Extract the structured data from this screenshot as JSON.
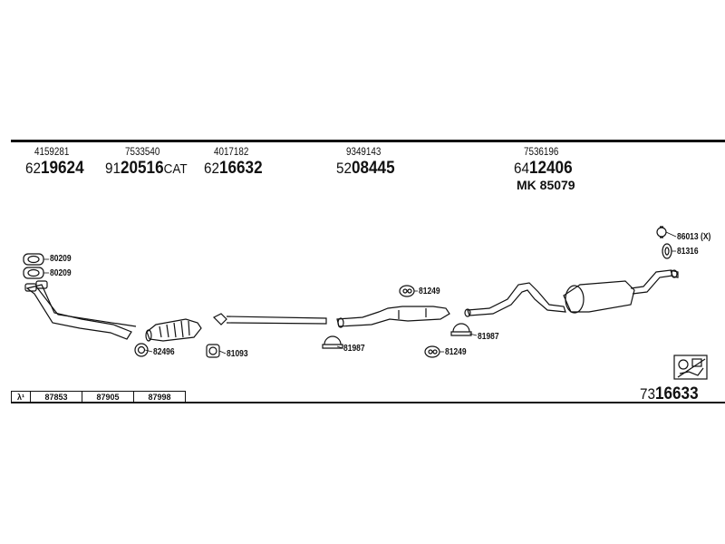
{
  "parts": [
    {
      "small": "4159281",
      "big_prefix": "62",
      "big_main": "19624",
      "big_suffix": ""
    },
    {
      "small": "7533540",
      "big_prefix": "91",
      "big_main": "20516",
      "big_suffix": "CAT"
    },
    {
      "small": "4017182",
      "big_prefix": "62",
      "big_main": "16632",
      "big_suffix": ""
    },
    {
      "small": "9349143",
      "big_prefix": "52",
      "big_main": "08445",
      "big_suffix": ""
    },
    {
      "small": "7536196",
      "big_prefix": "64",
      "big_main": "12406",
      "big_suffix": ""
    }
  ],
  "mk_label": "MK  85079",
  "labels": {
    "gasket1": "80209",
    "gasket2": "80209",
    "ring_cat": "82496",
    "flange": "81093",
    "clamp_mid": "81987",
    "hanger_top": "81249",
    "hanger_bottom": "81249",
    "clamp_right": "81987",
    "part_86013": "86013 (X)",
    "part_81316": "81316"
  },
  "lambda_table": {
    "symbol": "λ¹",
    "values": [
      "87853",
      "87905",
      "87998"
    ]
  },
  "kit": {
    "prefix": "73",
    "main": "16633"
  }
}
